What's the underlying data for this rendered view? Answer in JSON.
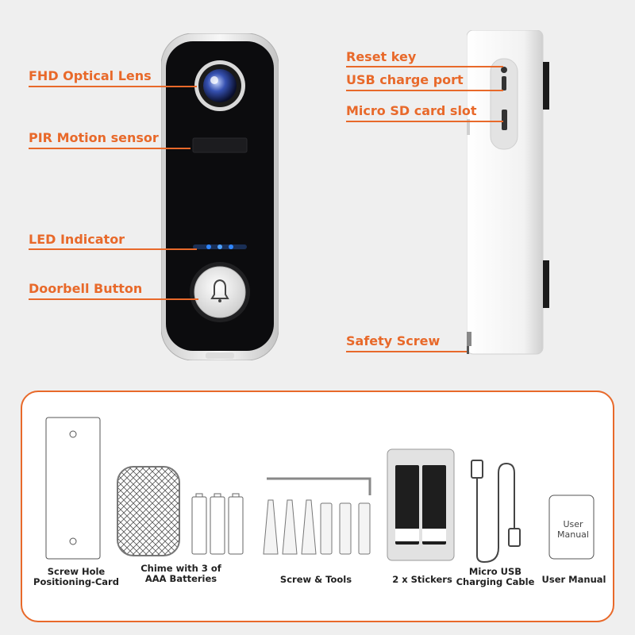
{
  "callouts": {
    "lens": "FHD Optical Lens",
    "pir": "PIR Motion sensor",
    "led": "LED Indicator",
    "button": "Doorbell Button",
    "reset": "Reset key",
    "usb": "USB charge port",
    "sd": "Micro SD card slot",
    "screw": "Safety Screw"
  },
  "package": {
    "card": [
      "Screw Hole",
      "Positioning-Card"
    ],
    "chime": [
      "Chime with 3 of",
      "AAA Batteries"
    ],
    "screws": "Screw & Tools",
    "stickers": "2 x Stickers",
    "cable": [
      "Micro USB",
      "Charging Cable"
    ],
    "manual": "User Manual",
    "manual_cover": [
      "User",
      "Manual"
    ]
  },
  "colors": {
    "accent": "#e8692a",
    "led": "#2f86ff"
  }
}
